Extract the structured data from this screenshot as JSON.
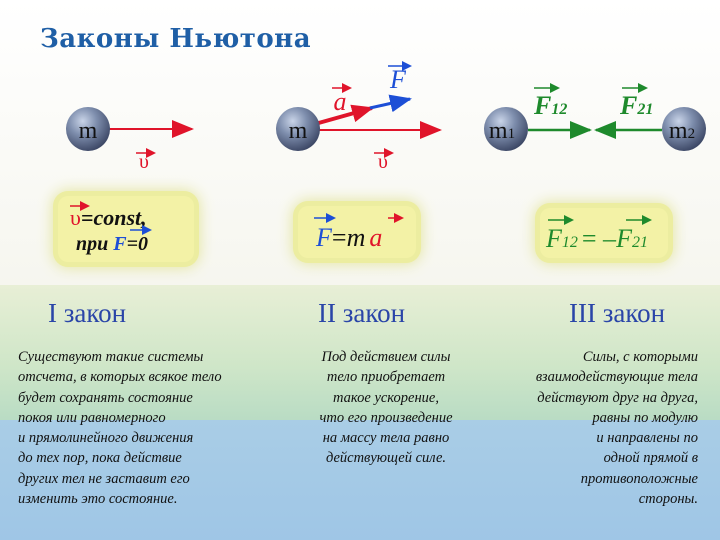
{
  "title": "Законы Ньютона",
  "colors": {
    "title": "#1f5fa6",
    "red": "#e0142a",
    "blue": "#1d4fd6",
    "green": "#1e8a2c",
    "box": "#f3f2a6"
  },
  "law1": {
    "mass": "m",
    "velocity": "υ",
    "formula_v": "υ",
    "formula_rest": "=const,",
    "formula_line2_pre": "при ",
    "formula_line2_F": "F",
    "formula_line2_post": "=0",
    "heading": "I закон",
    "text": [
      "Существуют такие системы",
      "отсчета, в которых всякое тело",
      "будет сохранять состояние",
      "покоя или равномерного",
      "и прямолинейного движения",
      "до тех пор, пока действие",
      "других тел не заставит его",
      "изменить это состояние."
    ]
  },
  "law2": {
    "mass": "m",
    "acceleration": "a",
    "force": "F",
    "velocity": "υ",
    "formula_F": "F",
    "formula_eq": "=",
    "formula_m": "m",
    "formula_a": "a",
    "heading": "II закон",
    "text": [
      "Под действием силы",
      "тело приобретает",
      "такое ускорение,",
      "что его произведение",
      "на массу тела равно",
      "действующей силе."
    ]
  },
  "law3": {
    "mass1": "m",
    "mass1_sub": "1",
    "mass2": "m",
    "mass2_sub": "2",
    "force12": "F",
    "force12_sub": "12",
    "force21": "F",
    "force21_sub": "21",
    "formula_F12": "F",
    "formula_F12_sub": "12",
    "formula_eq": "= –",
    "formula_F21": "F",
    "formula_F21_sub": "21",
    "heading": "III закон",
    "text": [
      "Силы, с которыми",
      "взаимодействующие тела",
      "действуют друг на друга,",
      "равны по модулю",
      "и направлены по",
      "одной прямой в",
      "противоположные",
      "стороны."
    ]
  }
}
